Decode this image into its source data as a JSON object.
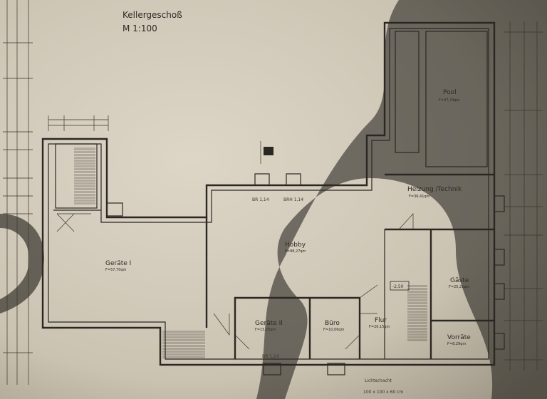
{
  "title": {
    "name": "Kellergeschoß",
    "scale": "M 1:100"
  },
  "rooms": [
    {
      "id": "geraete1",
      "name": "Geräte I",
      "area": "F=57,70qm"
    },
    {
      "id": "hobby",
      "name": "Hobby",
      "area": "F=98,27qm"
    },
    {
      "id": "pool",
      "name": "Pool",
      "area": "F=37,74qm"
    },
    {
      "id": "heizung",
      "name": "Heizung /Technik",
      "area": "F=36,41qm"
    },
    {
      "id": "gaeste",
      "name": "Gäste",
      "area": "F=25,21qm"
    },
    {
      "id": "vorraete",
      "name": "Vorräte",
      "area": "F=8,29qm"
    },
    {
      "id": "geraete2",
      "name": "Geräte II",
      "area": "F=15,25qm"
    },
    {
      "id": "buero",
      "name": "Büro",
      "area": "F=10,06qm"
    },
    {
      "id": "flur",
      "name": "Flur",
      "area": "F=26,15qm"
    }
  ],
  "annotations": {
    "level_marker": "-2,50",
    "lichtschacht": "Lichtschacht",
    "lichtschacht_size": "100 x 100 x 60 cm",
    "window_size": "BR 1,14",
    "window_size_alt": "BRH 1,14"
  },
  "colors": {
    "paper": "#d6cfc0",
    "ink": "#2b2823",
    "shadow": "#1c1a16"
  }
}
